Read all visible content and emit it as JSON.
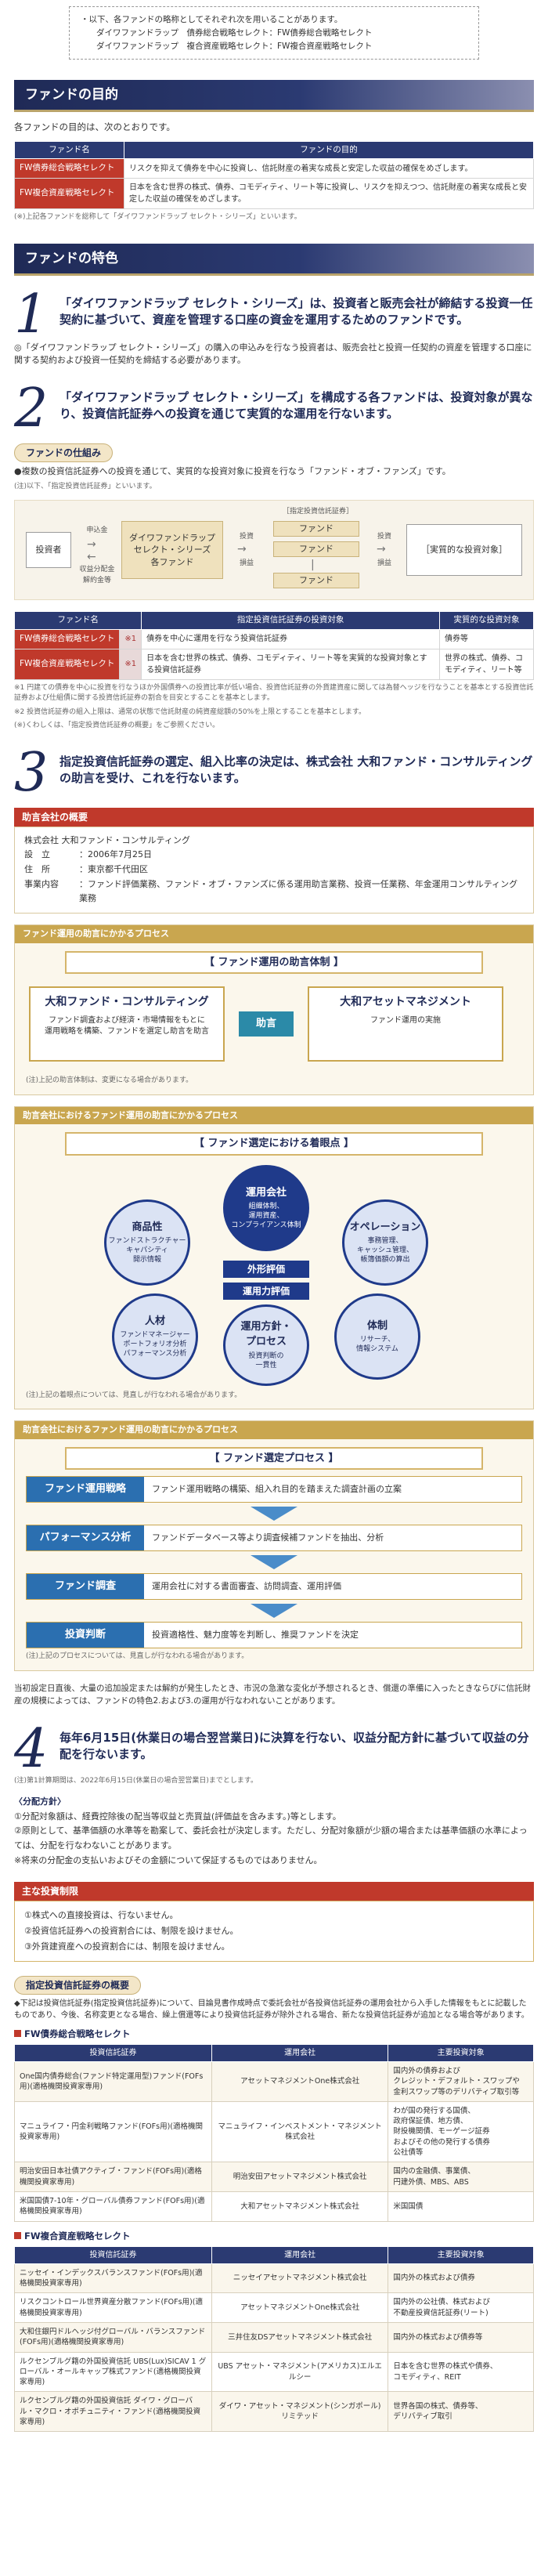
{
  "note": {
    "line1": "・以下、各ファンドの略称としてそれぞれ次を用いることがあります。",
    "line2": "ダイワファンドラップ　債券総合戦略セレクト：FW債券総合戦略セレクト",
    "line3": "ダイワファンドラップ　複合資産戦略セレクト：FW複合資産戦略セレクト"
  },
  "objective": {
    "heading": "ファンドの目的",
    "lead": "各ファンドの目的は、次のとおりです。",
    "headers": [
      "ファンド名",
      "ファンドの目的"
    ],
    "rows": [
      {
        "name": "FW債券総合戦略セレクト",
        "text": "リスクを抑えて債券を中心に投資し、信託財産の着実な成長と安定した収益の確保をめざします。"
      },
      {
        "name": "FW複合資産戦略セレクト",
        "text": "日本を含む世界の株式、債券、コモディティ、リート等に投資し、リスクを抑えつつ、信託財産の着実な成長と安定した収益の確保をめざします。"
      }
    ],
    "footnote": "(※)上記各ファンドを総称して「ダイワファンドラップ セレクト・シリーズ」といいます。"
  },
  "features": {
    "heading": "ファンドの特色",
    "p1_num": "1",
    "p1_text": "「ダイワファンドラップ セレクト・シリーズ」は、投資者と販売会社が締結する投資一任契約に基づいて、資産を管理する口座の資金を運用するためのファンドです。",
    "p1_note": "◎「ダイワファンドラップ セレクト・シリーズ」の購入の申込みを行なう投資者は、販売会社と投資一任契約の資産を管理する口座に関する契約および投資一任契約を締結する必要があります。",
    "p2_num": "2",
    "p2_text": "「ダイワファンドラップ セレクト・シリーズ」を構成する各ファンドは、投資対象が異なり、投資信託証券への投資を通じて実質的な運用を行ないます。",
    "mech_title": "ファンドの仕組み",
    "mech_note1": "●複数の投資信託証券への投資を通じて、実質的な投資対象に投資を行なう「ファンド・オブ・ファンズ」です。",
    "mech_note2": "(注)以下、「指定投資信託証券」といいます。",
    "struct": {
      "investor": "投資者",
      "apply": "申込金",
      "profit": "収益分配金\n解約金等",
      "series": "ダイワファンドラップ\nセレクト・シリーズ\n各ファンド",
      "invest": "投資",
      "return": "損益",
      "designated": "［指定投資信託証券］",
      "fund": "ファンド",
      "target": "［実質的な投資対象］"
    },
    "fund_headers": [
      "ファンド名",
      "指定投資信託証券の投資対象",
      "実質的な投資対象"
    ],
    "fund_rows": [
      {
        "name": "FW債券総合戦略セレクト",
        "num": "※1",
        "target": "債券を中心に運用を行なう投資信託証券",
        "real": "債券等"
      },
      {
        "name": "FW複合資産戦略セレクト",
        "num": "※1",
        "target": "日本を含む世界の株式、債券、コモディティ、リート等を実質的な投資対象とする投資信託証券",
        "real": "世界の株式、債券、コモディティ、リート等"
      }
    ],
    "fund_fn1": "※1 円建ての債券を中心に投資を行なうほか外国債券への投資比率が低い場合、投資信託証券の外貨建資産に関しては為替ヘッジを行なうことを基本とする投資信託証券および仕組債に関する投資信託証券の割合を目安とすることを基本とします。",
    "fund_fn2": "※2 投資信託証券の組入上限は、通常の状態で信託財産の純資産総額の50%を上限とすることを基本とします。",
    "fund_fn3": "(※)くわしくは、「指定投資信託証券の概要」をご参照ください。",
    "p3_num": "3",
    "p3_text": "指定投資信託証券の選定、組入比率の決定は、株式会社 大和ファンド・コンサルティングの助言を受け、これを行ないます。"
  },
  "advisor": {
    "heading": "助言会社の概要",
    "name": "株式会社 大和ファンド・コンサルティング",
    "rows": [
      {
        "k": "設　立",
        "v": "：2006年7月25日"
      },
      {
        "k": "住　所",
        "v": "：東京都千代田区"
      },
      {
        "k": "事業内容",
        "v": "：ファンド評価業務、ファンド・オブ・ファンズに係る運用助言業務、投資一任業務、年金運用コンサルティング業務"
      }
    ]
  },
  "process1": {
    "heading": "ファンド運用の助言にかかるプロセス",
    "title": "【 ファンド運用の助言体制 】",
    "left_t": "大和ファンド・コンサルティング",
    "left_d": "ファンド調査および経済・市場情報をもとに\n運用戦略を構築、ファンドを選定し助言を助言",
    "mid": "助言",
    "right_t": "大和アセットマネジメント",
    "right_d": "ファンド運用の実施",
    "note": "(注)上記の助言体制は、変更になる場合があります。"
  },
  "process2": {
    "heading": "助言会社におけるファンド運用の助言にかかるプロセス",
    "title": "【 ファンド選定における着眼点 】",
    "c1_t": "運用会社",
    "c1_d": "組織体制、\n運用資産、\nコンプライアンス体制",
    "c2_t": "商品性",
    "c2_d": "ファンドストラクチャー\nキャパシティ\n開示情報",
    "c3_t": "オペレーション",
    "c3_d": "事務管理、\nキャッシュ管理、\n帳簿価額の算出",
    "c4_t": "人材",
    "c4_d": "ファンドマネージャー\nポートフォリオ分析\nパフォーマンス分析",
    "c5_t": "体制",
    "c5_d": "リサーチ、\n情報システム",
    "c6_t": "運用方針・\nプロセス",
    "c6_d": "投資判断の\n一貫性",
    "tag1": "外形評価",
    "tag2": "運用力評価",
    "note": "(注)上記の着眼点については、見直しが行なわれる場合があります。"
  },
  "process3": {
    "heading": "助言会社におけるファンド運用の助言にかかるプロセス",
    "title": "【 ファンド選定プロセス 】",
    "steps": [
      {
        "k": "ファンド運用戦略",
        "v": "ファンド運用戦略の構築、組入れ目的を踏まえた調査計画の立案"
      },
      {
        "k": "パフォーマンス分析",
        "v": "ファンドデータベース等より調査候補ファンドを抽出、分析"
      },
      {
        "k": "ファンド調査",
        "v": "運用会社に対する書面審査、訪問調査、運用評価"
      },
      {
        "k": "投資判断",
        "v": "投資適格性、魅力度等を判断し、推奨ファンドを決定"
      }
    ],
    "note": "(注)上記のプロセスについては、見直しが行なわれる場合があります。"
  },
  "disclaimer": "当初設定日直後、大量の追加設定または解約が発生したとき、市況の急激な変化が予想されるとき、償還の準備に入ったときならびに信託財産の規模によっては、ファンドの特色2.および3.の運用が行なわれないことがあります。",
  "point4": {
    "num": "4",
    "text": "毎年6月15日(休業日の場合翌営業日)に決算を行ない、収益分配方針に基づいて収益の分配を行ないます。",
    "note": "(注)第1計算期間は、2022年6月15日(休業日の場合翌営業日)までとします。",
    "dist_h": "〈分配方針〉",
    "dist1": "①分配対象額は、経費控除後の配当等収益と売買益(評価益を含みます。)等とします。",
    "dist2": "②原則として、基準価額の水準等を勘案して、委託会社が決定します。ただし、分配対象額が少額の場合または基準価額の水準によっては、分配を行なわないことがあります。",
    "dist3": "※将来の分配金の支払いおよびその金額について保証するものではありません。"
  },
  "limits": {
    "heading": "主な投資制限",
    "l1": "①株式への直接投資は、行ないません。",
    "l2": "②投資信託証券への投資割合には、制限を設けません。",
    "l3": "③外貨建資産への投資割合には、制限を設けません。"
  },
  "designated": {
    "heading": "指定投資信託証券の概要",
    "note": "◆下記は投資信託証券(指定投資信託証券)について、目論見書作成時点で委託会社が各投資信託証券の運用会社から入手した情報をもとに記載したものであり、今後、名称変更となる場合、繰上償還等により投資信託証券が除外される場合、新たな投資信託証券が追加となる場合等があります。",
    "cat1": "FW債券総合戦略セレクト",
    "headers": [
      "投資信託証券",
      "運用会社",
      "主要投資対象"
    ],
    "rows1": [
      {
        "a": "One国内債券総合(ファンド特定運用型)ファンド(FOFs用)(適格機関投資家専用)",
        "b": "アセットマネジメントOne株式会社",
        "c": "国内外の債券および\nクレジット・デフォルト・スワップや\n金利スワップ等のデリバティブ取引等"
      },
      {
        "a": "マニュライフ・円金利戦略ファンド(FOFs用)(適格機関投資家専用)",
        "b": "マニュライフ・インベストメント・マネジメント株式会社",
        "c": "わが国の発行する国債、\n政府保証債、地方債、\n財投機関債、モーゲージ証券\nおよびその他の発行する債券\n公社債等"
      },
      {
        "a": "明治安田日本社債アクティブ・ファンド(FOFs用)(適格機関投資家専用)",
        "b": "明治安田アセットマネジメント株式会社",
        "c": "国内の金融債、事業債、\n円建外債、MBS、ABS"
      },
      {
        "a": "米国国債7-10年・グローバル債券ファンド(FOFs用)(適格機関投資家専用)",
        "b": "大和アセットマネジメント株式会社",
        "c": "米国国債"
      }
    ],
    "cat2": "FW複合資産戦略セレクト",
    "rows2": [
      {
        "a": "ニッセイ・インデックスバランスファンド(FOFs用)(適格機関投資家専用)",
        "b": "ニッセイアセットマネジメント株式会社",
        "c": "国内外の株式および債券"
      },
      {
        "a": "リスクコントロール世界資産分散ファンド(FOFs用)(適格機関投資家専用)",
        "b": "アセットマネジメントOne株式会社",
        "c": "国内外の公社債、株式および\n不動産投資信託証券(リート)"
      },
      {
        "a": "大和住銀円ドルヘッジ付グローバル・バランスファンド(FOFs用)(適格機関投資家専用)",
        "b": "三井住友DSアセットマネジメント株式会社",
        "c": "国内外の株式および債券等"
      },
      {
        "a": "ルクセンブルグ籍の外国投資信託 UBS(Lux)SICAV 1 グローバル・オールキャップ株式ファンド(適格機関投資家専用)",
        "b": "UBS アセット・マネジメント(アメリカス)エルエルシー",
        "c": "日本を含む世界の株式や債券、\nコモディティ、REIT"
      },
      {
        "a": "ルクセンブルグ籍の外国投資信託 ダイワ・グローバル・マクロ・オポチュニティ・ファンド(適格機関投資家専用)",
        "b": "ダイワ・アセット・マネジメント(シンガポール)リミテッド",
        "c": "世界各国の株式、債券等、\nデリバティブ取引"
      }
    ]
  }
}
